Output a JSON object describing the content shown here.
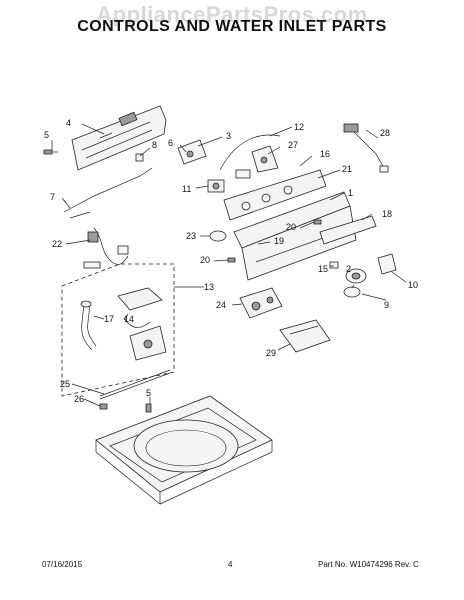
{
  "watermark": "AppliancePartsPros.com",
  "title": "CONTROLS AND WATER INLET PARTS",
  "callouts": {
    "c1": "1",
    "c2": "2",
    "c3": "3",
    "c4": "4",
    "c5a": "5",
    "c5b": "5",
    "c6": "6",
    "c7": "7",
    "c8": "8",
    "c9": "9",
    "c10": "10",
    "c11": "11",
    "c12": "12",
    "c13": "13",
    "c14": "14",
    "c15": "15",
    "c16": "16",
    "c17": "17",
    "c18": "18",
    "c19": "19",
    "c20a": "20",
    "c20b": "20",
    "c21": "21",
    "c22": "22",
    "c23": "23",
    "c24": "24",
    "c25": "25",
    "c26": "26",
    "c27": "27",
    "c28": "28",
    "c29": "29"
  },
  "footer": {
    "date": "07/16/2015",
    "page": "4",
    "part_info": "Part No. W10474296  Rev. C"
  }
}
